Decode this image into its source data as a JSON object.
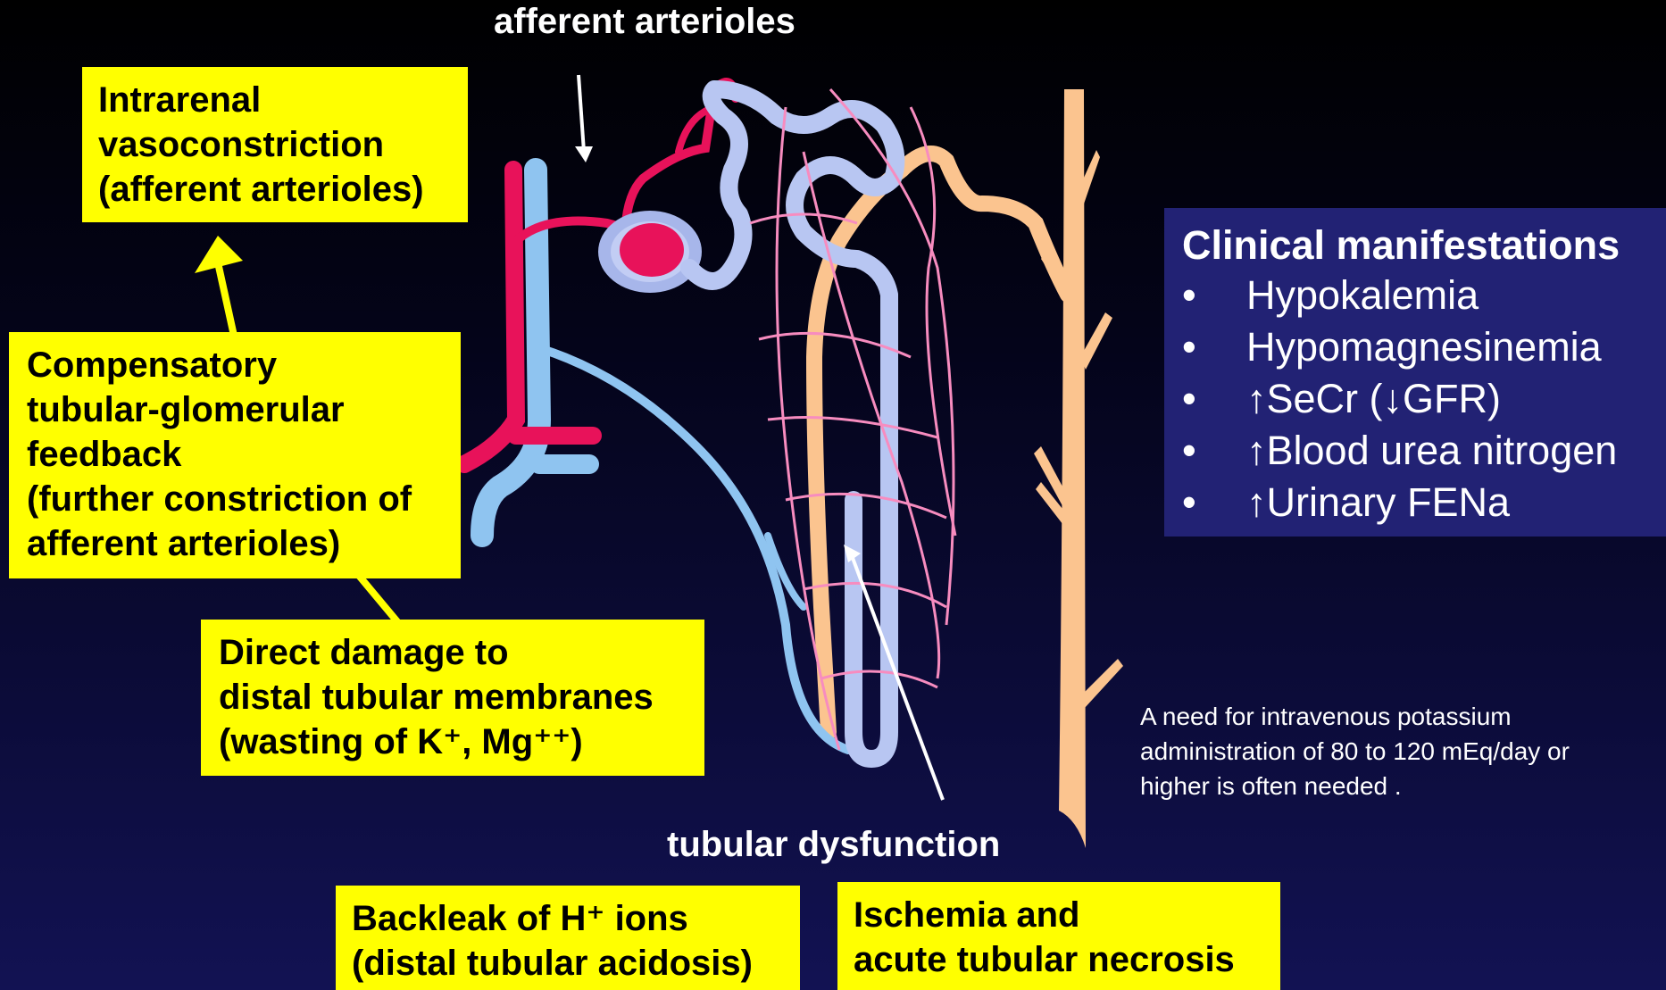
{
  "labels": {
    "top": "afferent arterioles",
    "bottom": "tubular dysfunction"
  },
  "boxes": {
    "vasoconstriction": [
      "Intrarenal",
      "vasoconstriction",
      "(afferent arterioles)"
    ],
    "feedback": [
      "Compensatory",
      "tubular-glomerular",
      "feedback",
      "(further constriction of",
      "afferent arterioles)"
    ],
    "direct_damage": [
      "Direct damage to",
      "distal tubular membranes",
      "(wasting of K⁺, Mg⁺⁺)"
    ],
    "backleak": [
      "Backleak of H⁺ ions",
      "(distal tubular acidosis)"
    ],
    "ischemia": [
      "Ischemia and",
      "acute tubular necrosis"
    ]
  },
  "clinical": {
    "title": "Clinical manifestations",
    "bullet": "•",
    "items": [
      "Hypokalemia",
      "Hypomagnesinemia",
      "↑SeCr (↓GFR)",
      "↑Blood urea nitrogen",
      "↑Urinary FENa"
    ]
  },
  "note": [
    "A need for intravenous potassium",
    "administration of 80 to 120 mEq/day or",
    "higher is often needed ."
  ],
  "colors": {
    "background_top": "#000000",
    "background_bottom": "#121253",
    "box_yellow": "#ffff00",
    "clinical_box": "#222274",
    "artery_red": "#e8125a",
    "vein_blue": "#8fc4f0",
    "tubule_lavender": "#b8c6f2",
    "duct_peach": "#fbc48f",
    "capillary_pink": "#f78cbf"
  }
}
